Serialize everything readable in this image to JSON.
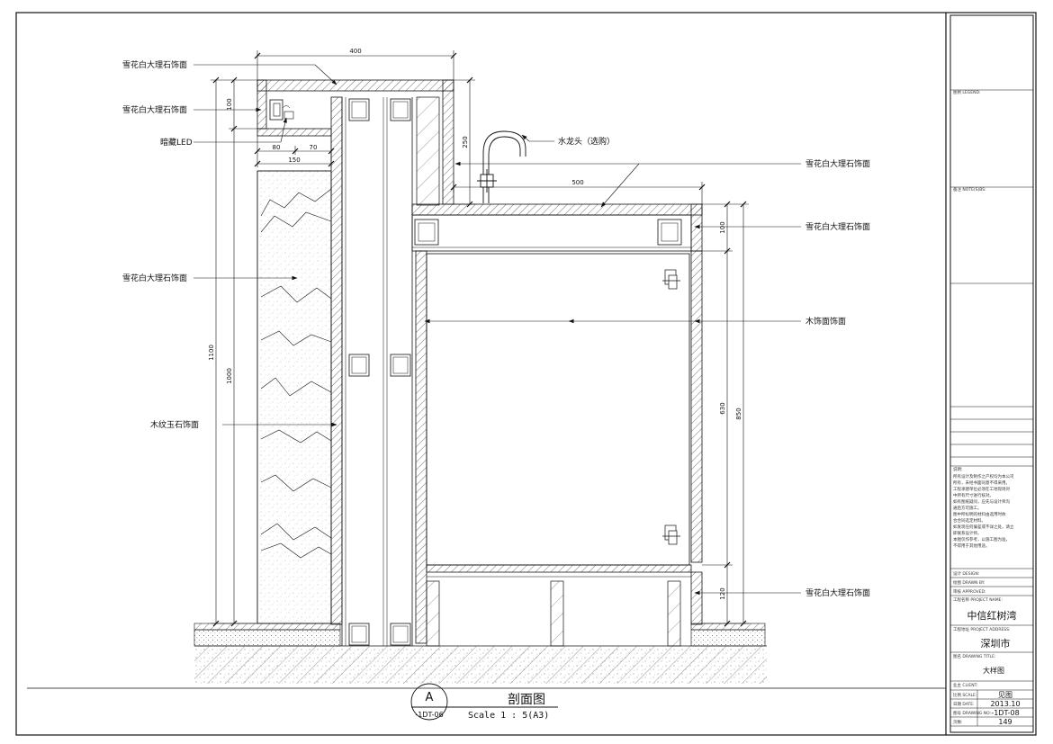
{
  "drawing": {
    "labels": {
      "top_marble_1": "雪花白大理石饰面",
      "top_marble_2": "雪花白大理石饰面",
      "led": "暗藏LED",
      "wall_marble": "雪花白大理石饰面",
      "wall_jade": "木纹玉石饰面",
      "faucet": "水龙头（选购）",
      "counter_marble": "雪花白大理石饰面",
      "apron_marble": "雪花白大理石饰面",
      "wood_face": "木饰面饰面",
      "base_marble": "雪花白大理石饰面"
    },
    "dimensions": {
      "top_width": "400",
      "niche_height": "100",
      "shelf_80": "80",
      "shelf_70": "70",
      "shelf_150": "150",
      "faucet_rise": "250",
      "counter_width": "500",
      "apron_height": "100",
      "total_height": "1100",
      "wall_height": "1000",
      "door_height": "630",
      "counter_height": "850",
      "plinth_height": "120"
    },
    "section_title": {
      "mark": "A",
      "sheet_ref": "-1DT-06",
      "title": "剖面图",
      "scale": "Scale 1 : 5(A3)"
    }
  },
  "title_block": {
    "legend_label": "图例 LEGEND:",
    "notes_label": "备注 NOTE(S)BS:",
    "remarks_label": "说明:",
    "remarks_lines": [
      "所有设计及制作之产权均为本公司",
      "所有，未经书面同意不得采用。",
      "工程承建单位必须在工地现场对",
      "中所有尺寸进行核对。",
      "如有图纸疑问，应先与设计师沟",
      "通后方可施工。",
      "图中所标明的材料由选用时依",
      "合合同选定材料。",
      "如发现任何偏差或不详之处，请立",
      "即联系设计师。",
      "本图仅作参考，以施工图为准，",
      "不得用于其他用途。"
    ],
    "design_label": "设计 DESIGN:",
    "drawn_label": "绘图 DRAWN BY:",
    "approved_label": "审核 APPROVED:",
    "project_name_label": "工程名称 PROJECT NAME:",
    "project_name": "中信红树湾",
    "project_address_label": "工程地址 PROJECT ADDRESS:",
    "project_address": "深圳市",
    "drawing_title_label": "图名 DRAWING TITLE:",
    "drawing_title": "大样图",
    "client_label": "业主 CLIENT:",
    "scale_label": "比例 SCALE:",
    "scale_value": "见图",
    "date_label": "日期 DATE:",
    "date_value": "2013.10",
    "drawing_no_label": "图号 DRAWING NO:",
    "drawing_no": "-1DT-08",
    "page_label": "页数:",
    "page_value": "149"
  }
}
